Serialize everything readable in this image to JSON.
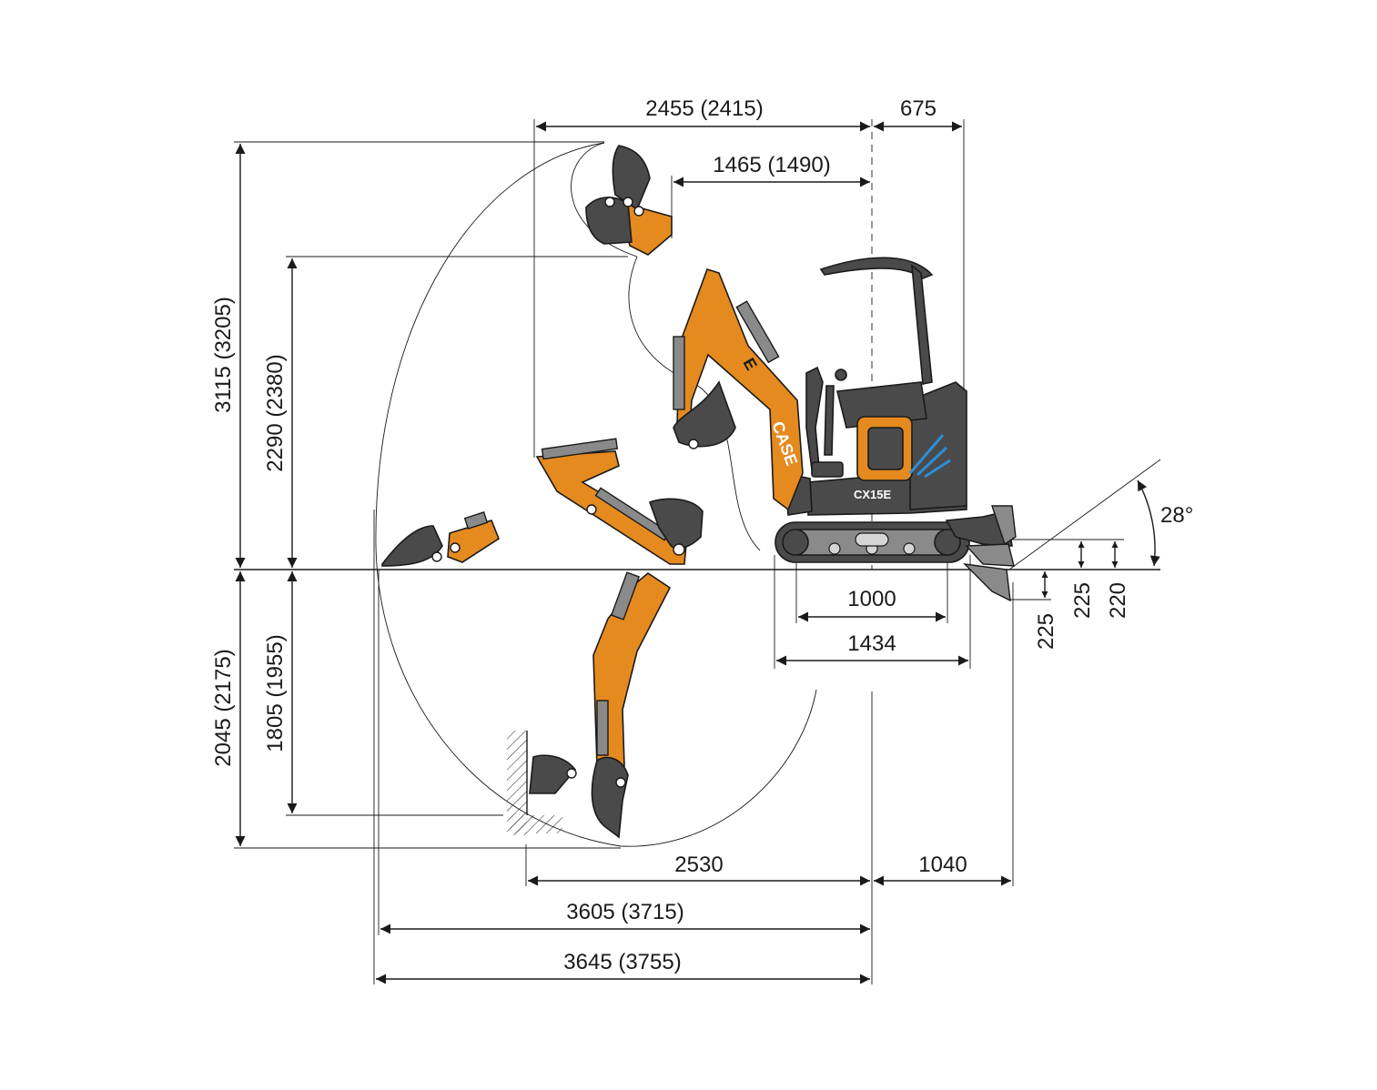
{
  "dimensions": {
    "top_reach": "2455 (2415)",
    "rear_overhang": "675",
    "min_swing_radius": "1465 (1490)",
    "max_dig_height": "3115 (3205)",
    "max_dump_height": "2290 (2380)",
    "max_dig_depth": "2045 (2175)",
    "vertical_wall_depth": "1805 (1955)",
    "track_length_ground": "1000",
    "track_length_total": "1434",
    "front_reach_bottom": "2530",
    "blade_reach": "1040",
    "reach_at_ground": "3605 (3715)",
    "max_reach": "3645 (3755)",
    "blade_angle": "28°",
    "blade_lift": "225",
    "blade_height": "220",
    "blade_drop": "225"
  },
  "machine": {
    "brand": "CASE",
    "model": "CX15E",
    "series": "E"
  },
  "colors": {
    "boom": "#e58a1f",
    "body": "#4a4a4a",
    "accent": "#2a8fd6",
    "lines": "#1a1a1a"
  }
}
